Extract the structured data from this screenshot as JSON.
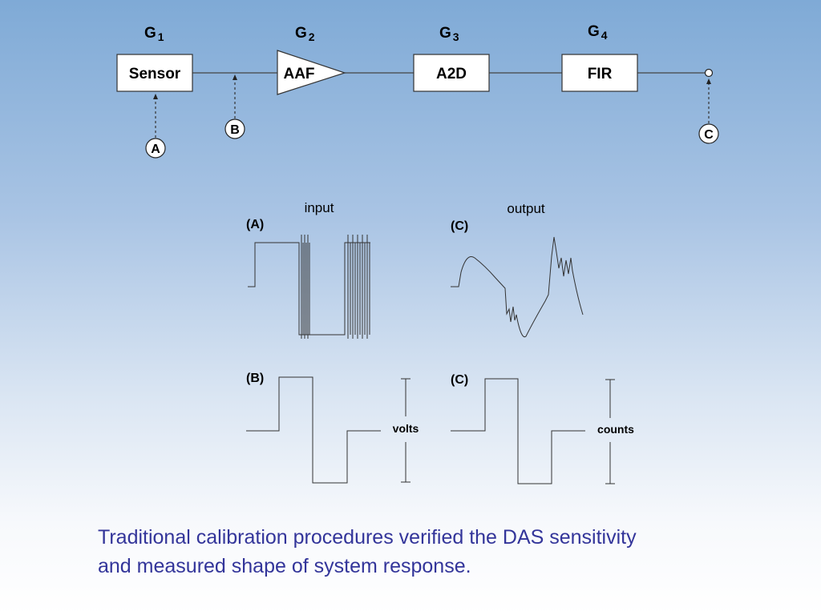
{
  "diagram": {
    "blocks": [
      {
        "name": "sensor-block",
        "label": "Sensor",
        "gain": "G",
        "gain_sub": "1"
      },
      {
        "name": "aaf-block",
        "label": "AAF",
        "gain": "G",
        "gain_sub": "2"
      },
      {
        "name": "a2d-block",
        "label": "A2D",
        "gain": "G",
        "gain_sub": "3"
      },
      {
        "name": "fir-block",
        "label": "FIR",
        "gain": "G",
        "gain_sub": "4"
      }
    ],
    "test_points": {
      "a": "A",
      "b": "B",
      "c": "C"
    }
  },
  "waveforms": {
    "input_header": "input",
    "output_header": "output",
    "panels": {
      "a": "(A)",
      "c_top": "(C)",
      "b": "(B)",
      "c_bottom": "(C)"
    },
    "units": {
      "volts": "volts",
      "counts": "counts"
    }
  },
  "caption": {
    "line1": "Traditional calibration procedures verified the DAS sensitivity",
    "line2": "and measured shape of system response."
  }
}
